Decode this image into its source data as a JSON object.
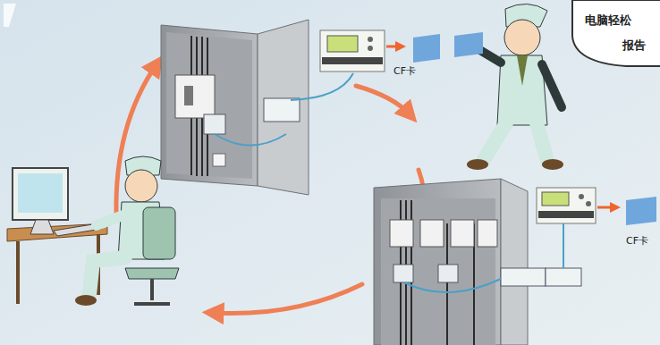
{
  "diagram": {
    "labels": [
      "电脑轻松",
      "报告",
      "CF卡",
      "CF卡"
    ]
  }
}
